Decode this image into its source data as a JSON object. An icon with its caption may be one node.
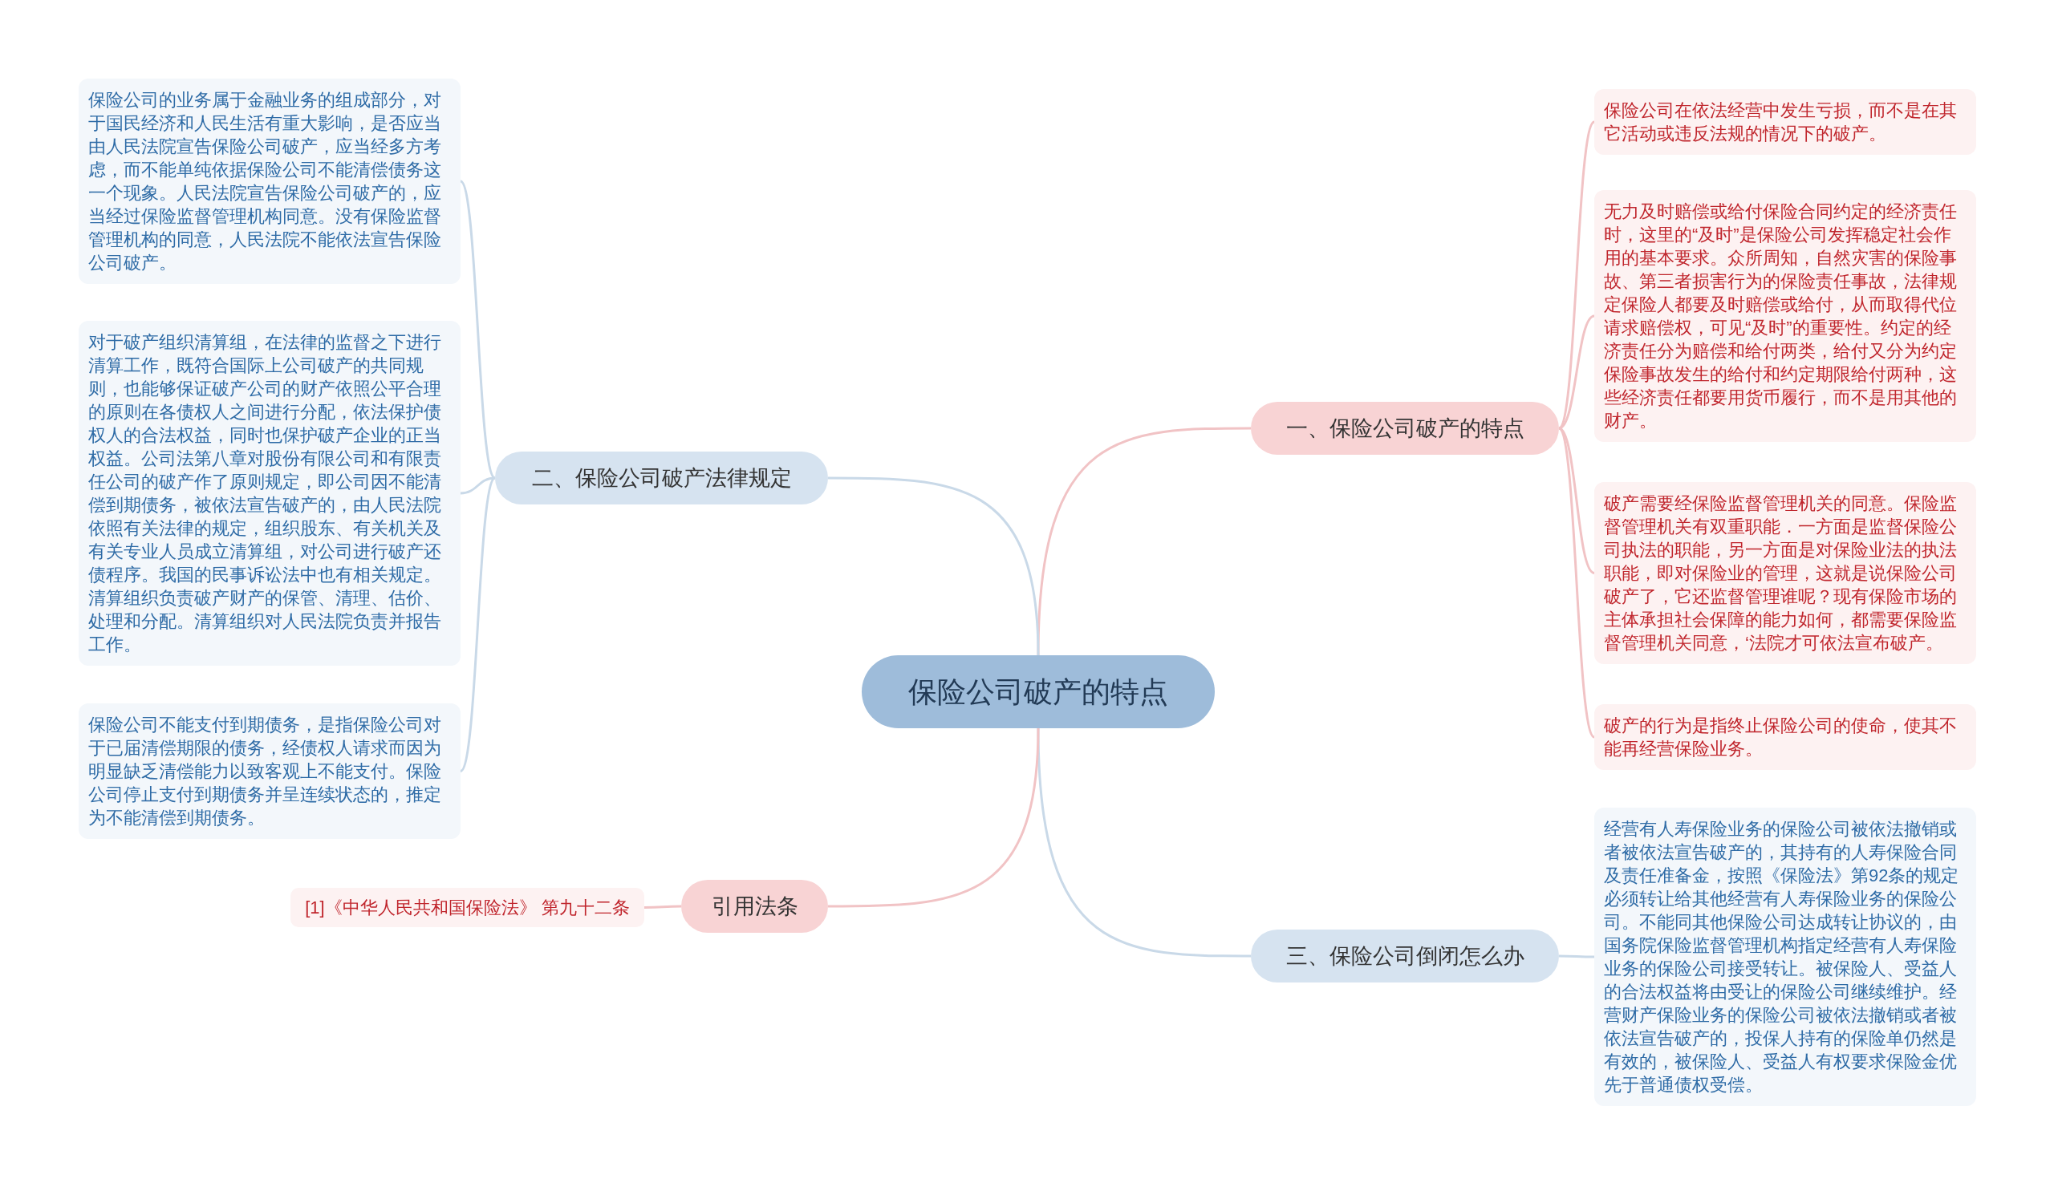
{
  "diagram": {
    "nodes": [
      {
        "text": [
          "保险公司破产的特点"
        ]
      },
      {
        "text": [
          "一、保险公司破产的特点"
        ]
      },
      {
        "text": [
          "保险公司在依法经营中发生亏损，而不是在其它活动或违反法规的情况下的破产。"
        ]
      },
      {
        "text": [
          "无力及时赔偿或给付保险合同约定的经济责任时，这里的“及时”是保险公司发挥稳定社会作用的基本要求。众所周知，自然灾害的保险事故、第三者损害行为的保险责任事故，法律规定保险人都要及时赔偿或给付，从而取得代位请求赔偿权，可见“及时”的重要性。约定的经济责任分为赔偿和给付两类，给付又分为约定保险事故发生的给付和约定期限给付两种，这些经济责任都要用货币履行，而不是用其他的财产。"
        ]
      },
      {
        "text": [
          "破产需要经保险监督管理机关的同意。保险监督管理机关有双重职能．一方面是监督保险公司执法的职能，另一方面是对保险业法的执法职能，即对保险业的管理，这就是说保险公司破产了，它还监督管理谁呢？现有保险市场的主体承担社会保障的能力如何，都需要保险监督管理机关同意，‘法院才可依法宣布破产。"
        ]
      },
      {
        "text": [
          "破产的行为是指终止保险公司的使命，使其不能再经营保险业务。"
        ]
      },
      {
        "text": [
          "二、保险公司破产法律规定"
        ]
      },
      {
        "text": [
          "保险公司的业务属于金融业务的组成部分，对于国民经济和人民生活有重大影响，是否应当由人民法院宣告保险公司破产，应当经多方考虑，而不能单纯依据保险公司不能清偿债务这一个现象。人民法院宣告保险公司破产的，应当经过保险监督管理机构同意。没有保险监督管理机构的同意，人民法院不能依法宣告保险公司破产。"
        ]
      },
      {
        "text": [
          "对于破产组织清算组，在法律的监督之下进行清算工作，既符合国际上公司破产的共同规则，也能够保证破产公司的财产依照公平合理的原则在各债权人之间进行分配，依法保护债权人的合法权益，同时也保护破产企业的正当权益。公司法第八章对股份有限公司和有限责任公司的破产作了原则规定，即公司因不能清偿到期债务，被依法宣告破产的，由人民法院依照有关法律的规定，组织股东、有关机关及有关专业人员成立清算组，对公司进行破产还债程序。我国的民事诉讼法中也有相关规定。清算组织负责破产财产的保管、清理、估价、处理和分配。清算组织对人民法院负责并报告工作。"
        ]
      },
      {
        "text": [
          "保险公司不能支付到期债务，是指保险公司对于已届清偿期限的债务，经债权人请求而因为明显缺乏清偿能力以致客观上不能支付。保险公司停止支付到期债务并呈连续状态的，推定为不能清偿到期债务。"
        ]
      },
      {
        "text": [
          "三、保险公司倒闭怎么办"
        ]
      },
      {
        "text": [
          "经营有人寿保险业务的保险公司被依法撤销或者被依法宣告破产的，其持有的人寿保险合同及责任准备金，按照《保险法》第92条的规定必须转让给其他经营有人寿保险业务的保险公司。不能同其他保险公司达成转让协议的，由国务院保险监督管理机构指定经营有人寿保险业务的保险公司接受转让。被保险人、受益人的合法权益将由受让的保险公司继续维护。经营财产保险业务的保险公司被依法撤销或者被依法宣告破产的，投保人持有的保险单仍然是有效的，被保险人、受益人有权要求保险金优先于普通债权受偿。"
        ]
      },
      {
        "text": [
          "引用法条"
        ]
      },
      {
        "text": [
          "[1]《中华人民共和国保险法》 第九十二条"
        ]
      }
    ],
    "edges": [
      {
        "from": 0,
        "to": 1,
        "arrow": "none"
      },
      {
        "from": 1,
        "to": 2,
        "arrow": "none"
      },
      {
        "from": 1,
        "to": 3,
        "arrow": "none"
      },
      {
        "from": 1,
        "to": 4,
        "arrow": "none"
      },
      {
        "from": 1,
        "to": 5,
        "arrow": "none"
      },
      {
        "from": 0,
        "to": 6,
        "arrow": "none",
        "color": "#c9d9e8"
      },
      {
        "from": 6,
        "to": 7,
        "arrow": "none",
        "color": "#c9d9e8"
      },
      {
        "from": 6,
        "to": 8,
        "arrow": "none",
        "color": "#c9d9e8"
      },
      {
        "from": 6,
        "to": 9,
        "arrow": "none",
        "color": "#c9d9e8"
      },
      {
        "from": 0,
        "to": 10,
        "arrow": "none",
        "color": "#c9d9e8"
      },
      {
        "from": 10,
        "to": 11,
        "arrow": "none",
        "color": "#c9d9e8"
      },
      {
        "from": 0,
        "to": 12,
        "arrow": "none"
      },
      {
        "from": 12,
        "to": 13,
        "arrow": "none"
      }
    ]
  }
}
